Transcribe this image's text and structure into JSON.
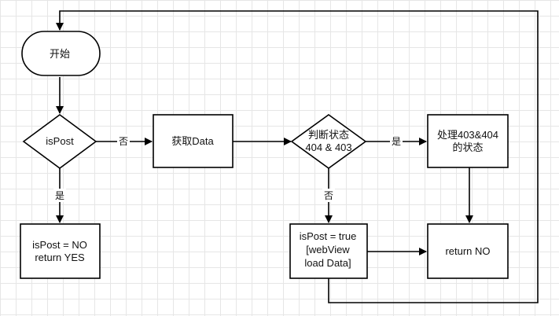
{
  "nodes": {
    "start": "开始",
    "is_post": "isPost",
    "get_data": "获取Data",
    "judge_status": [
      "判断状态",
      "404 & 403"
    ],
    "handle_status": [
      "处理403&404",
      "的状态"
    ],
    "set_post_no": [
      "isPost = NO",
      "return YES"
    ],
    "set_post_true": [
      "isPost = true",
      "[webView",
      "load Data]"
    ],
    "return_no": "return NO"
  },
  "edges": {
    "is_post_no": "否",
    "is_post_yes": "是",
    "judge_yes": "是",
    "judge_no": "否"
  }
}
